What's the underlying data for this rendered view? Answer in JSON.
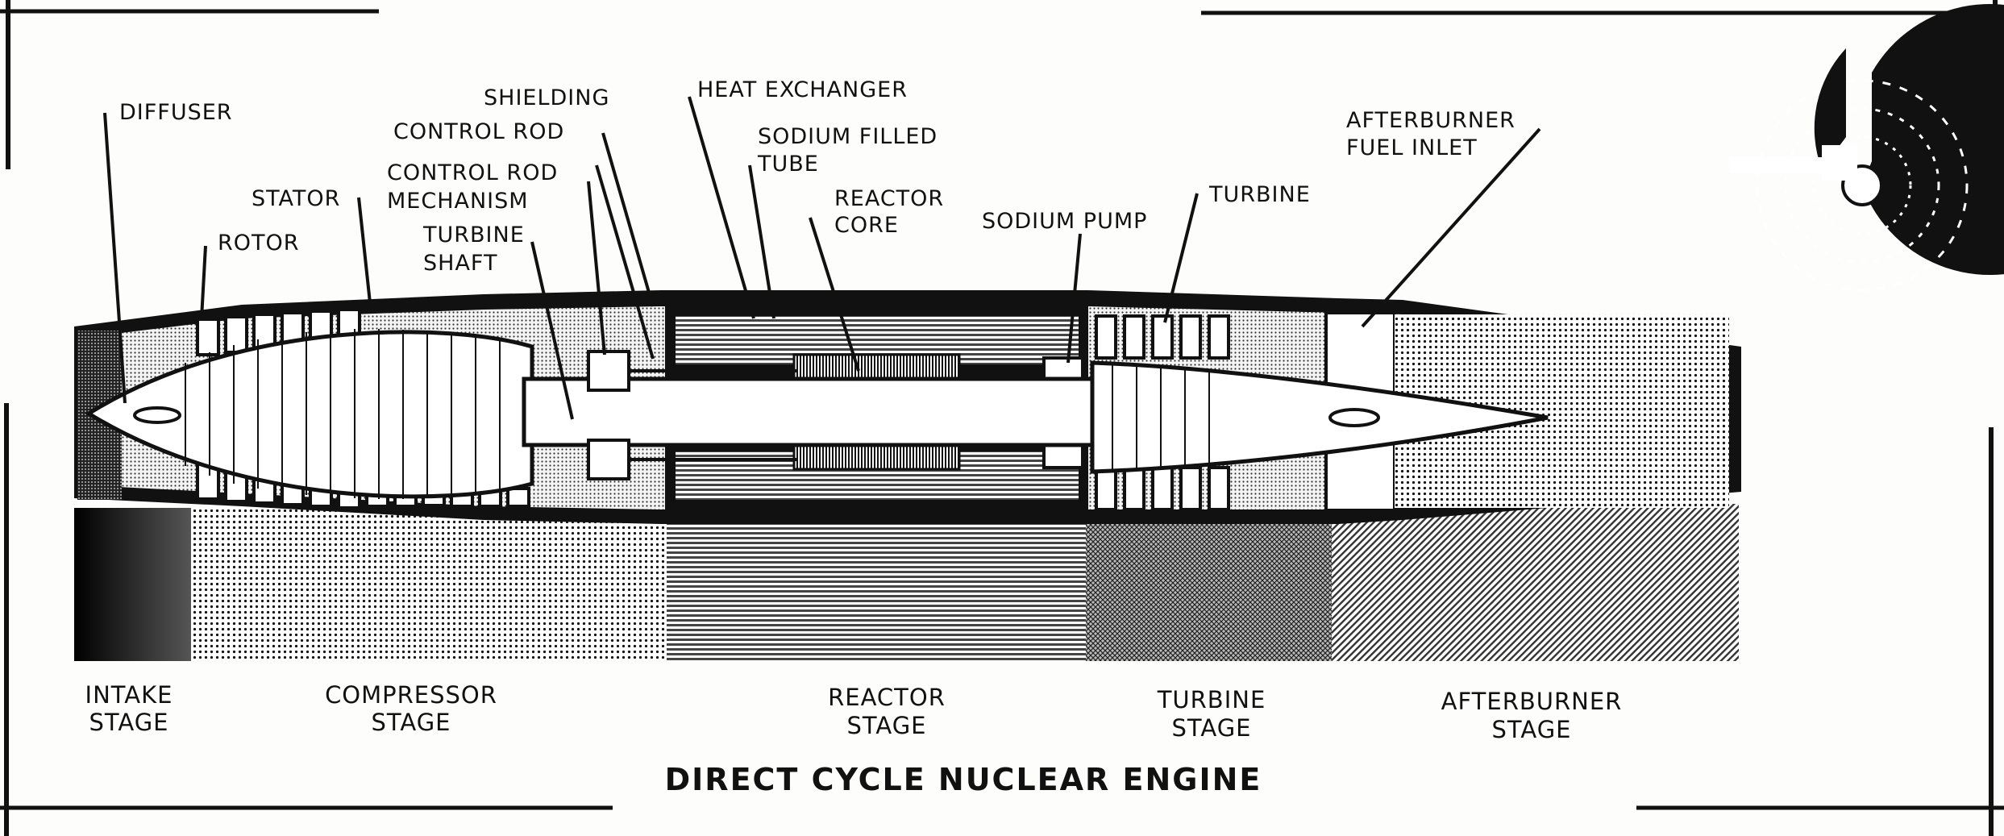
{
  "title": "DIRECT CYCLE NUCLEAR ENGINE",
  "labels": {
    "diffuser": "DIFFUSER",
    "rotor": "ROTOR",
    "stator": "STATOR",
    "shielding": "SHIELDING",
    "control_rod": "CONTROL ROD",
    "control_rod_mech_1": "CONTROL ROD",
    "control_rod_mech_2": "MECHANISM",
    "turbine_shaft_1": "TURBINE",
    "turbine_shaft_2": "SHAFT",
    "heat_exchanger": "HEAT EXCHANGER",
    "sodium_tube_1": "SODIUM FILLED",
    "sodium_tube_2": "TUBE",
    "reactor_core_1": "REACTOR",
    "reactor_core_2": "CORE",
    "sodium_pump": "SODIUM PUMP",
    "turbine": "TURBINE",
    "afterburner_fuel_1": "AFTERBURNER",
    "afterburner_fuel_2": "FUEL INLET"
  },
  "stages": {
    "intake_1": "INTAKE",
    "intake_2": "STAGE",
    "compressor_1": "COMPRESSOR",
    "compressor_2": "STAGE",
    "reactor_1": "REACTOR",
    "reactor_2": "STAGE",
    "turbine_1": "TURBINE",
    "turbine_2": "STAGE",
    "afterburner_1": "AFTERBURNER",
    "afterburner_2": "STAGE"
  }
}
